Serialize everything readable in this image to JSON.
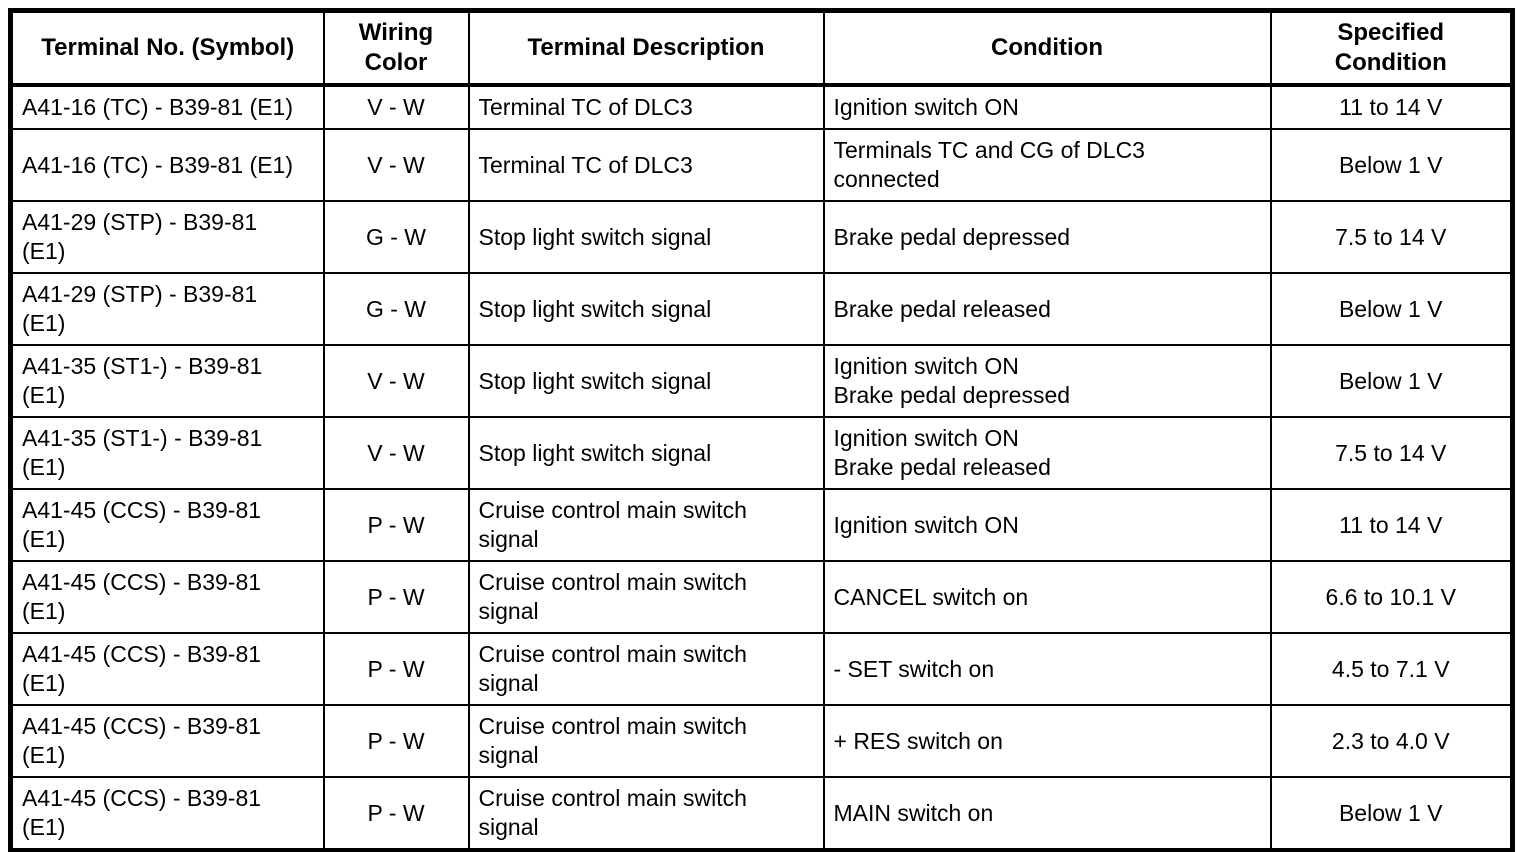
{
  "colors": {
    "border": "#000000",
    "background": "#ffffff",
    "text": "#000000"
  },
  "table": {
    "headers": [
      "Terminal No. (Symbol)",
      "Wiring\nColor",
      "Terminal Description",
      "Condition",
      "Specified\nCondition"
    ],
    "rows": [
      {
        "terminal": "A41-16 (TC) - B39-81 (E1)",
        "color": "V - W",
        "description": "Terminal TC of DLC3",
        "condition": "Ignition switch ON",
        "specified": "11 to 14 V"
      },
      {
        "terminal": "A41-16 (TC) - B39-81 (E1)",
        "color": "V - W",
        "description": "Terminal TC of DLC3",
        "condition": "Terminals TC and CG of DLC3\nconnected",
        "specified": "Below 1 V"
      },
      {
        "terminal": "A41-29 (STP) - B39-81\n(E1)",
        "color": "G - W",
        "description": "Stop light switch signal",
        "condition": "Brake pedal depressed",
        "specified": "7.5 to 14 V"
      },
      {
        "terminal": "A41-29 (STP) - B39-81\n(E1)",
        "color": "G - W",
        "description": "Stop light switch signal",
        "condition": "Brake pedal released",
        "specified": "Below 1 V"
      },
      {
        "terminal": "A41-35 (ST1-) - B39-81\n(E1)",
        "color": "V - W",
        "description": "Stop light switch signal",
        "condition": "Ignition switch ON\nBrake pedal depressed",
        "specified": "Below 1 V"
      },
      {
        "terminal": "A41-35 (ST1-) - B39-81\n(E1)",
        "color": "V - W",
        "description": "Stop light switch signal",
        "condition": "Ignition switch ON\nBrake pedal released",
        "specified": "7.5 to 14 V"
      },
      {
        "terminal": "A41-45 (CCS) - B39-81\n(E1)",
        "color": "P - W",
        "description": "Cruise control main switch\nsignal",
        "condition": "Ignition switch ON",
        "specified": "11 to 14 V"
      },
      {
        "terminal": "A41-45 (CCS) - B39-81\n(E1)",
        "color": "P - W",
        "description": "Cruise control main switch\nsignal",
        "condition": "CANCEL switch on",
        "specified": "6.6 to 10.1 V"
      },
      {
        "terminal": "A41-45 (CCS) - B39-81\n(E1)",
        "color": "P - W",
        "description": "Cruise control main switch\nsignal",
        "condition": "- SET switch on",
        "specified": "4.5 to 7.1 V"
      },
      {
        "terminal": "A41-45 (CCS) - B39-81\n(E1)",
        "color": "P - W",
        "description": "Cruise control main switch\nsignal",
        "condition": "+ RES switch on",
        "specified": "2.3 to 4.0 V"
      },
      {
        "terminal": "A41-45 (CCS) - B39-81\n(E1)",
        "color": "P - W",
        "description": "Cruise control main switch\nsignal",
        "condition": "MAIN switch on",
        "specified": "Below 1 V"
      }
    ]
  }
}
